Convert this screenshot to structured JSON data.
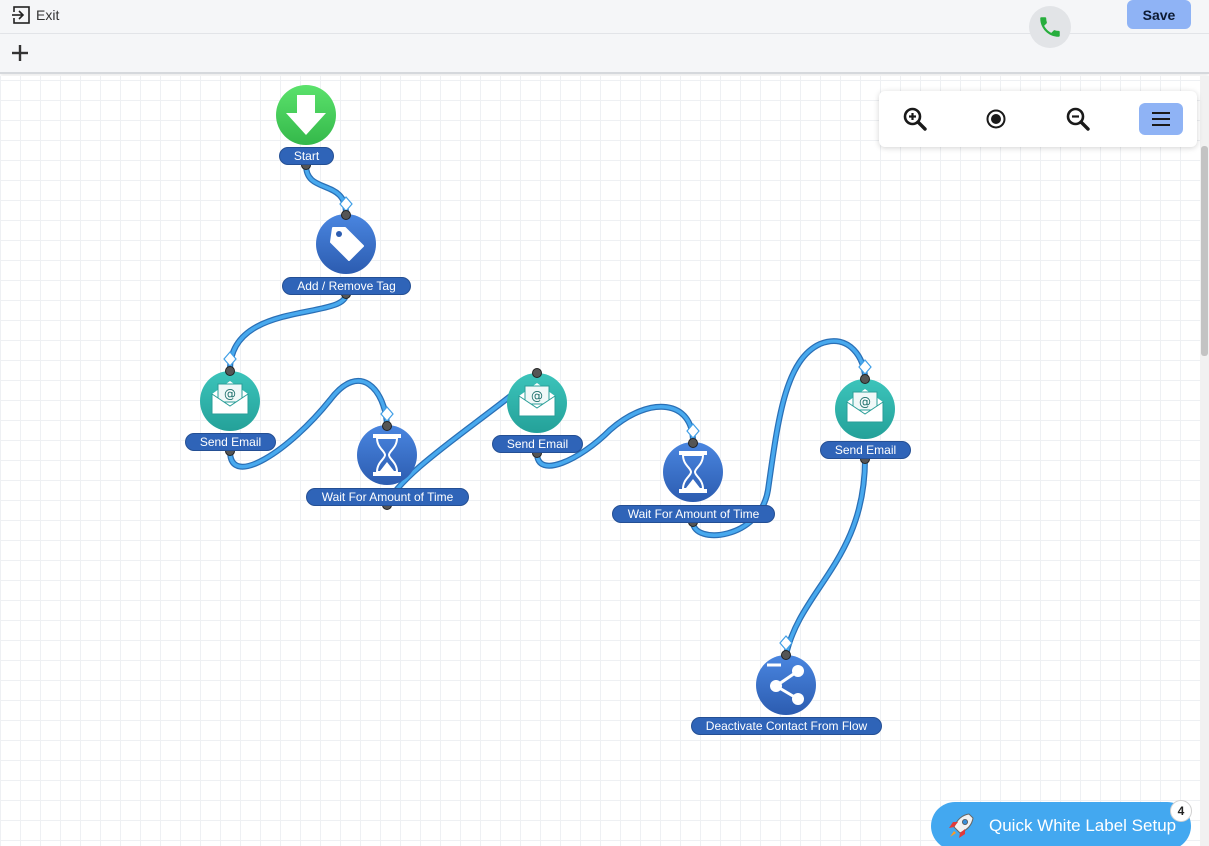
{
  "topbar": {
    "exit_label": "Exit",
    "save_label": "Save"
  },
  "icons": {
    "exit": "exit-icon",
    "phone": "phone-icon",
    "add": "plus-icon",
    "zoom_in": "zoom-in-icon",
    "center": "target-icon",
    "zoom_out": "zoom-out-icon",
    "menu": "hamburger-icon"
  },
  "colors": {
    "accent": "#8fb3f5",
    "node_label": "#2f64b8",
    "connector": "#3f9ee6",
    "start": "#4cd964",
    "email": "#2fb8b0",
    "wait": "#2f5fb5",
    "help": "#43a8f0"
  },
  "flow": {
    "nodes": [
      {
        "label": "Start",
        "type": "start"
      },
      {
        "label": "Add / Remove Tag",
        "type": "tag"
      },
      {
        "label": "Send Email",
        "type": "email"
      },
      {
        "label": "Wait For Amount of Time",
        "type": "wait"
      },
      {
        "label": "Send Email",
        "type": "email"
      },
      {
        "label": "Wait For Amount of Time",
        "type": "wait"
      },
      {
        "label": "Send Email",
        "type": "email"
      },
      {
        "label": "Deactivate Contact From Flow",
        "type": "deactivate"
      }
    ]
  },
  "help_widget": {
    "label": "Quick White Label Setup",
    "badge": "4"
  }
}
